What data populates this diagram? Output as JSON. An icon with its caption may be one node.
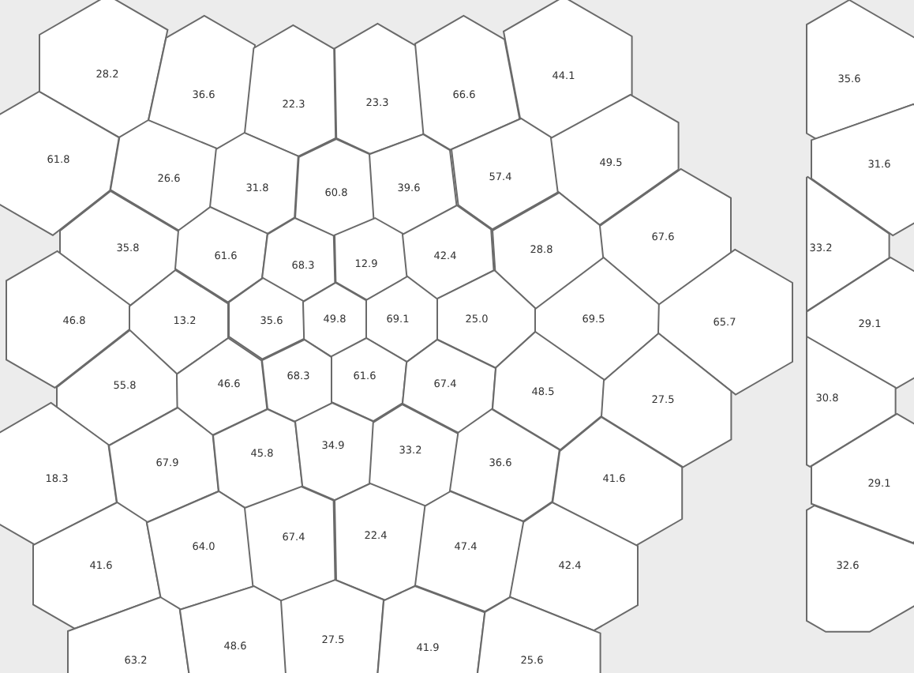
{
  "diagram": {
    "nodes": [
      {
        "text": [
          "28.2"
        ]
      },
      {
        "text": [
          "36.6"
        ]
      },
      {
        "text": [
          "22.3"
        ]
      },
      {
        "text": [
          "23.3"
        ]
      },
      {
        "text": [
          "66.6"
        ]
      },
      {
        "text": [
          "44.1"
        ]
      },
      {
        "text": [
          "61.8"
        ]
      },
      {
        "text": [
          "26.6"
        ]
      },
      {
        "text": [
          "31.8"
        ]
      },
      {
        "text": [
          "60.8"
        ]
      },
      {
        "text": [
          "39.6"
        ]
      },
      {
        "text": [
          "57.4"
        ]
      },
      {
        "text": [
          "49.5"
        ]
      },
      {
        "text": [
          "35.8"
        ]
      },
      {
        "text": [
          "61.6"
        ]
      },
      {
        "text": [
          "68.3"
        ]
      },
      {
        "text": [
          "12.9"
        ]
      },
      {
        "text": [
          "42.4"
        ]
      },
      {
        "text": [
          "28.8"
        ]
      },
      {
        "text": [
          "67.6"
        ]
      },
      {
        "text": [
          "46.8"
        ]
      },
      {
        "text": [
          "13.2"
        ]
      },
      {
        "text": [
          "35.6"
        ]
      },
      {
        "text": [
          "49.8"
        ]
      },
      {
        "text": [
          "69.1"
        ]
      },
      {
        "text": [
          "25.0"
        ]
      },
      {
        "text": [
          "69.5"
        ]
      },
      {
        "text": [
          "65.7"
        ]
      },
      {
        "text": [
          "55.8"
        ]
      },
      {
        "text": [
          "46.6"
        ]
      },
      {
        "text": [
          "68.3"
        ]
      },
      {
        "text": [
          "61.6"
        ]
      },
      {
        "text": [
          "67.4"
        ]
      },
      {
        "text": [
          "48.5"
        ]
      },
      {
        "text": [
          "27.5"
        ]
      },
      {
        "text": [
          "18.3"
        ]
      },
      {
        "text": [
          "67.9"
        ]
      },
      {
        "text": [
          "45.8"
        ]
      },
      {
        "text": [
          "34.9"
        ]
      },
      {
        "text": [
          "33.2"
        ]
      },
      {
        "text": [
          "36.6"
        ]
      },
      {
        "text": [
          "41.6"
        ]
      },
      {
        "text": [
          "41.6"
        ]
      },
      {
        "text": [
          "64.0"
        ]
      },
      {
        "text": [
          "67.4"
        ]
      },
      {
        "text": [
          "22.4"
        ]
      },
      {
        "text": [
          "47.4"
        ]
      },
      {
        "text": [
          "42.4"
        ]
      },
      {
        "text": [
          "63.2"
        ]
      },
      {
        "text": [
          "48.6"
        ]
      },
      {
        "text": [
          "27.5"
        ]
      },
      {
        "text": [
          "41.9"
        ]
      },
      {
        "text": [
          "25.6"
        ]
      },
      {
        "text": [
          "35.6"
        ]
      },
      {
        "text": [
          "31.6"
        ]
      },
      {
        "text": [
          "33.2"
        ]
      },
      {
        "text": [
          "29.1"
        ]
      },
      {
        "text": [
          "30.8"
        ]
      },
      {
        "text": [
          "29.1"
        ]
      },
      {
        "text": [
          "32.6"
        ]
      }
    ]
  }
}
